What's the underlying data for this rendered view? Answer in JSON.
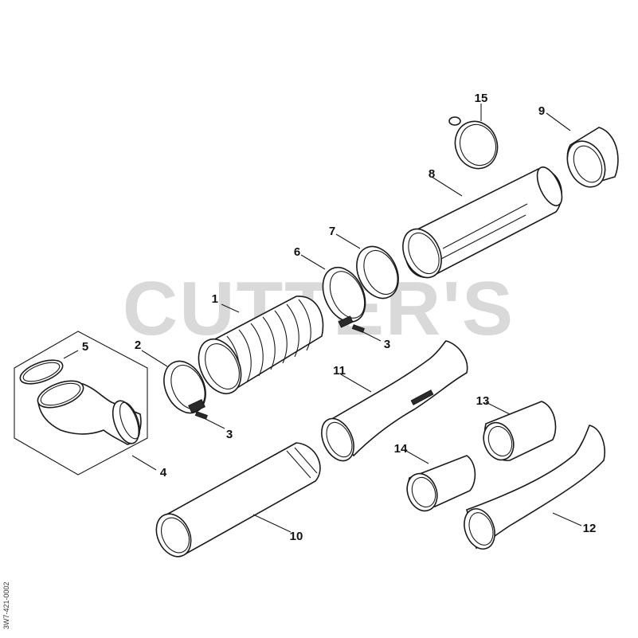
{
  "watermark": "CUTTER'S",
  "drawing_code": "3W7-421-0002",
  "callouts": [
    {
      "id": "c1",
      "label": "1"
    },
    {
      "id": "c2",
      "label": "2"
    },
    {
      "id": "c3a",
      "label": "3"
    },
    {
      "id": "c3b",
      "label": "3"
    },
    {
      "id": "c4",
      "label": "4"
    },
    {
      "id": "c5",
      "label": "5"
    },
    {
      "id": "c6",
      "label": "6"
    },
    {
      "id": "c7",
      "label": "7"
    },
    {
      "id": "c8",
      "label": "8"
    },
    {
      "id": "c9",
      "label": "9"
    },
    {
      "id": "c10",
      "label": "10"
    },
    {
      "id": "c11",
      "label": "11"
    },
    {
      "id": "c12",
      "label": "12"
    },
    {
      "id": "c13",
      "label": "13"
    },
    {
      "id": "c14",
      "label": "14"
    },
    {
      "id": "c15",
      "label": "15"
    }
  ]
}
